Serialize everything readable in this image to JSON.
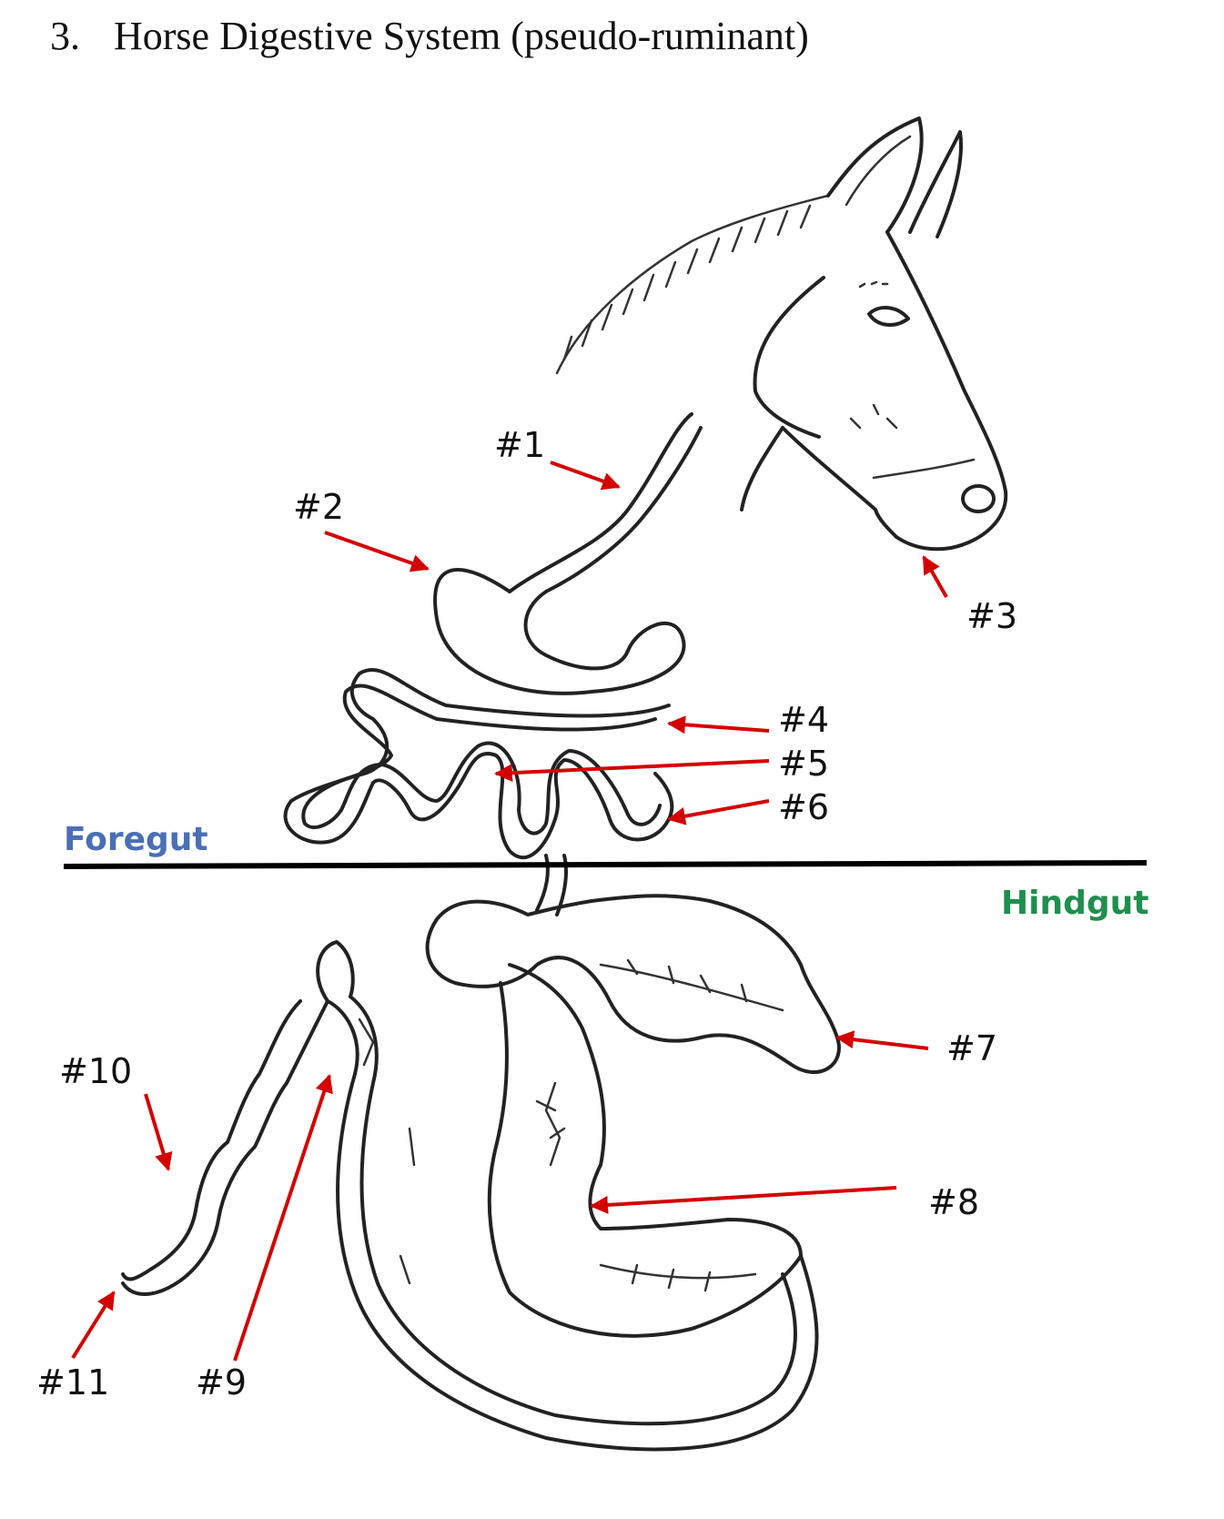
{
  "title": {
    "number": "3.",
    "text": "Horse Digestive System (pseudo-ruminant)"
  },
  "colors": {
    "arrow": "#d40000",
    "foregut": "#4a6fb5",
    "hindgut": "#1e8f4e",
    "divider": "#000000"
  },
  "sections": {
    "foregut": "Foregut",
    "hindgut": "Hindgut"
  },
  "labels": {
    "l1": "#1",
    "l2": "#2",
    "l3": "#3",
    "l4": "#4",
    "l5": "#5",
    "l6": "#6",
    "l7": "#7",
    "l8": "#8",
    "l9": "#9",
    "l10": "#10",
    "l11": "#11"
  }
}
